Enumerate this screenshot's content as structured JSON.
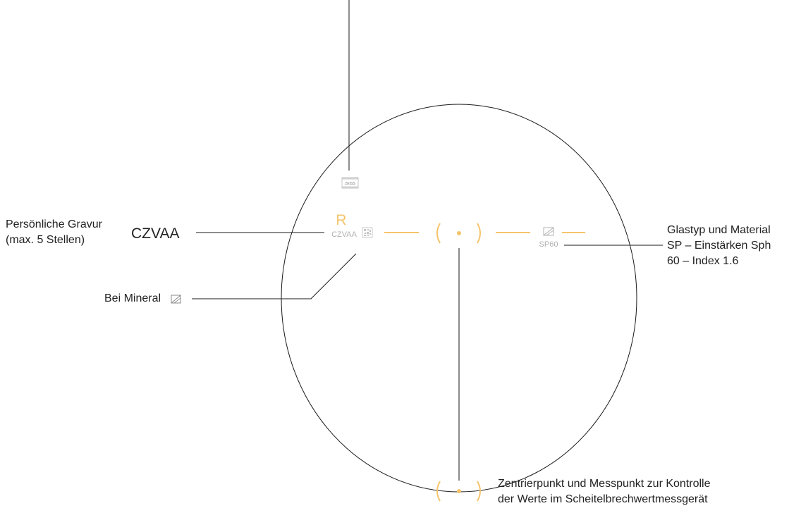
{
  "labels": {
    "engraving": {
      "line1": "Persönliche Gravur",
      "line2": "(max. 5 Stellen)",
      "sample": "CZVAA"
    },
    "mineral": {
      "text": "Bei Mineral"
    },
    "lens_type": {
      "line1": "Glastyp und Material",
      "line2": "SP – Einstärken Sph",
      "line3": "60 – Index 1.6"
    },
    "centering": {
      "line1": "Zentrierpunkt und Messpunkt zur Kontrolle",
      "line2": "der Werte im Scheitelbrechwertmessgerät"
    }
  },
  "lens_marks": {
    "side": "R",
    "engraving": "CZVAA",
    "brand_logo": "ZEISS",
    "material_code": "SP60",
    "centering_symbol": "( • )"
  },
  "colors": {
    "accent": "#f5c46b",
    "line": "#1a1a1a",
    "faint": "#b0b0b0",
    "text": "#222222"
  }
}
